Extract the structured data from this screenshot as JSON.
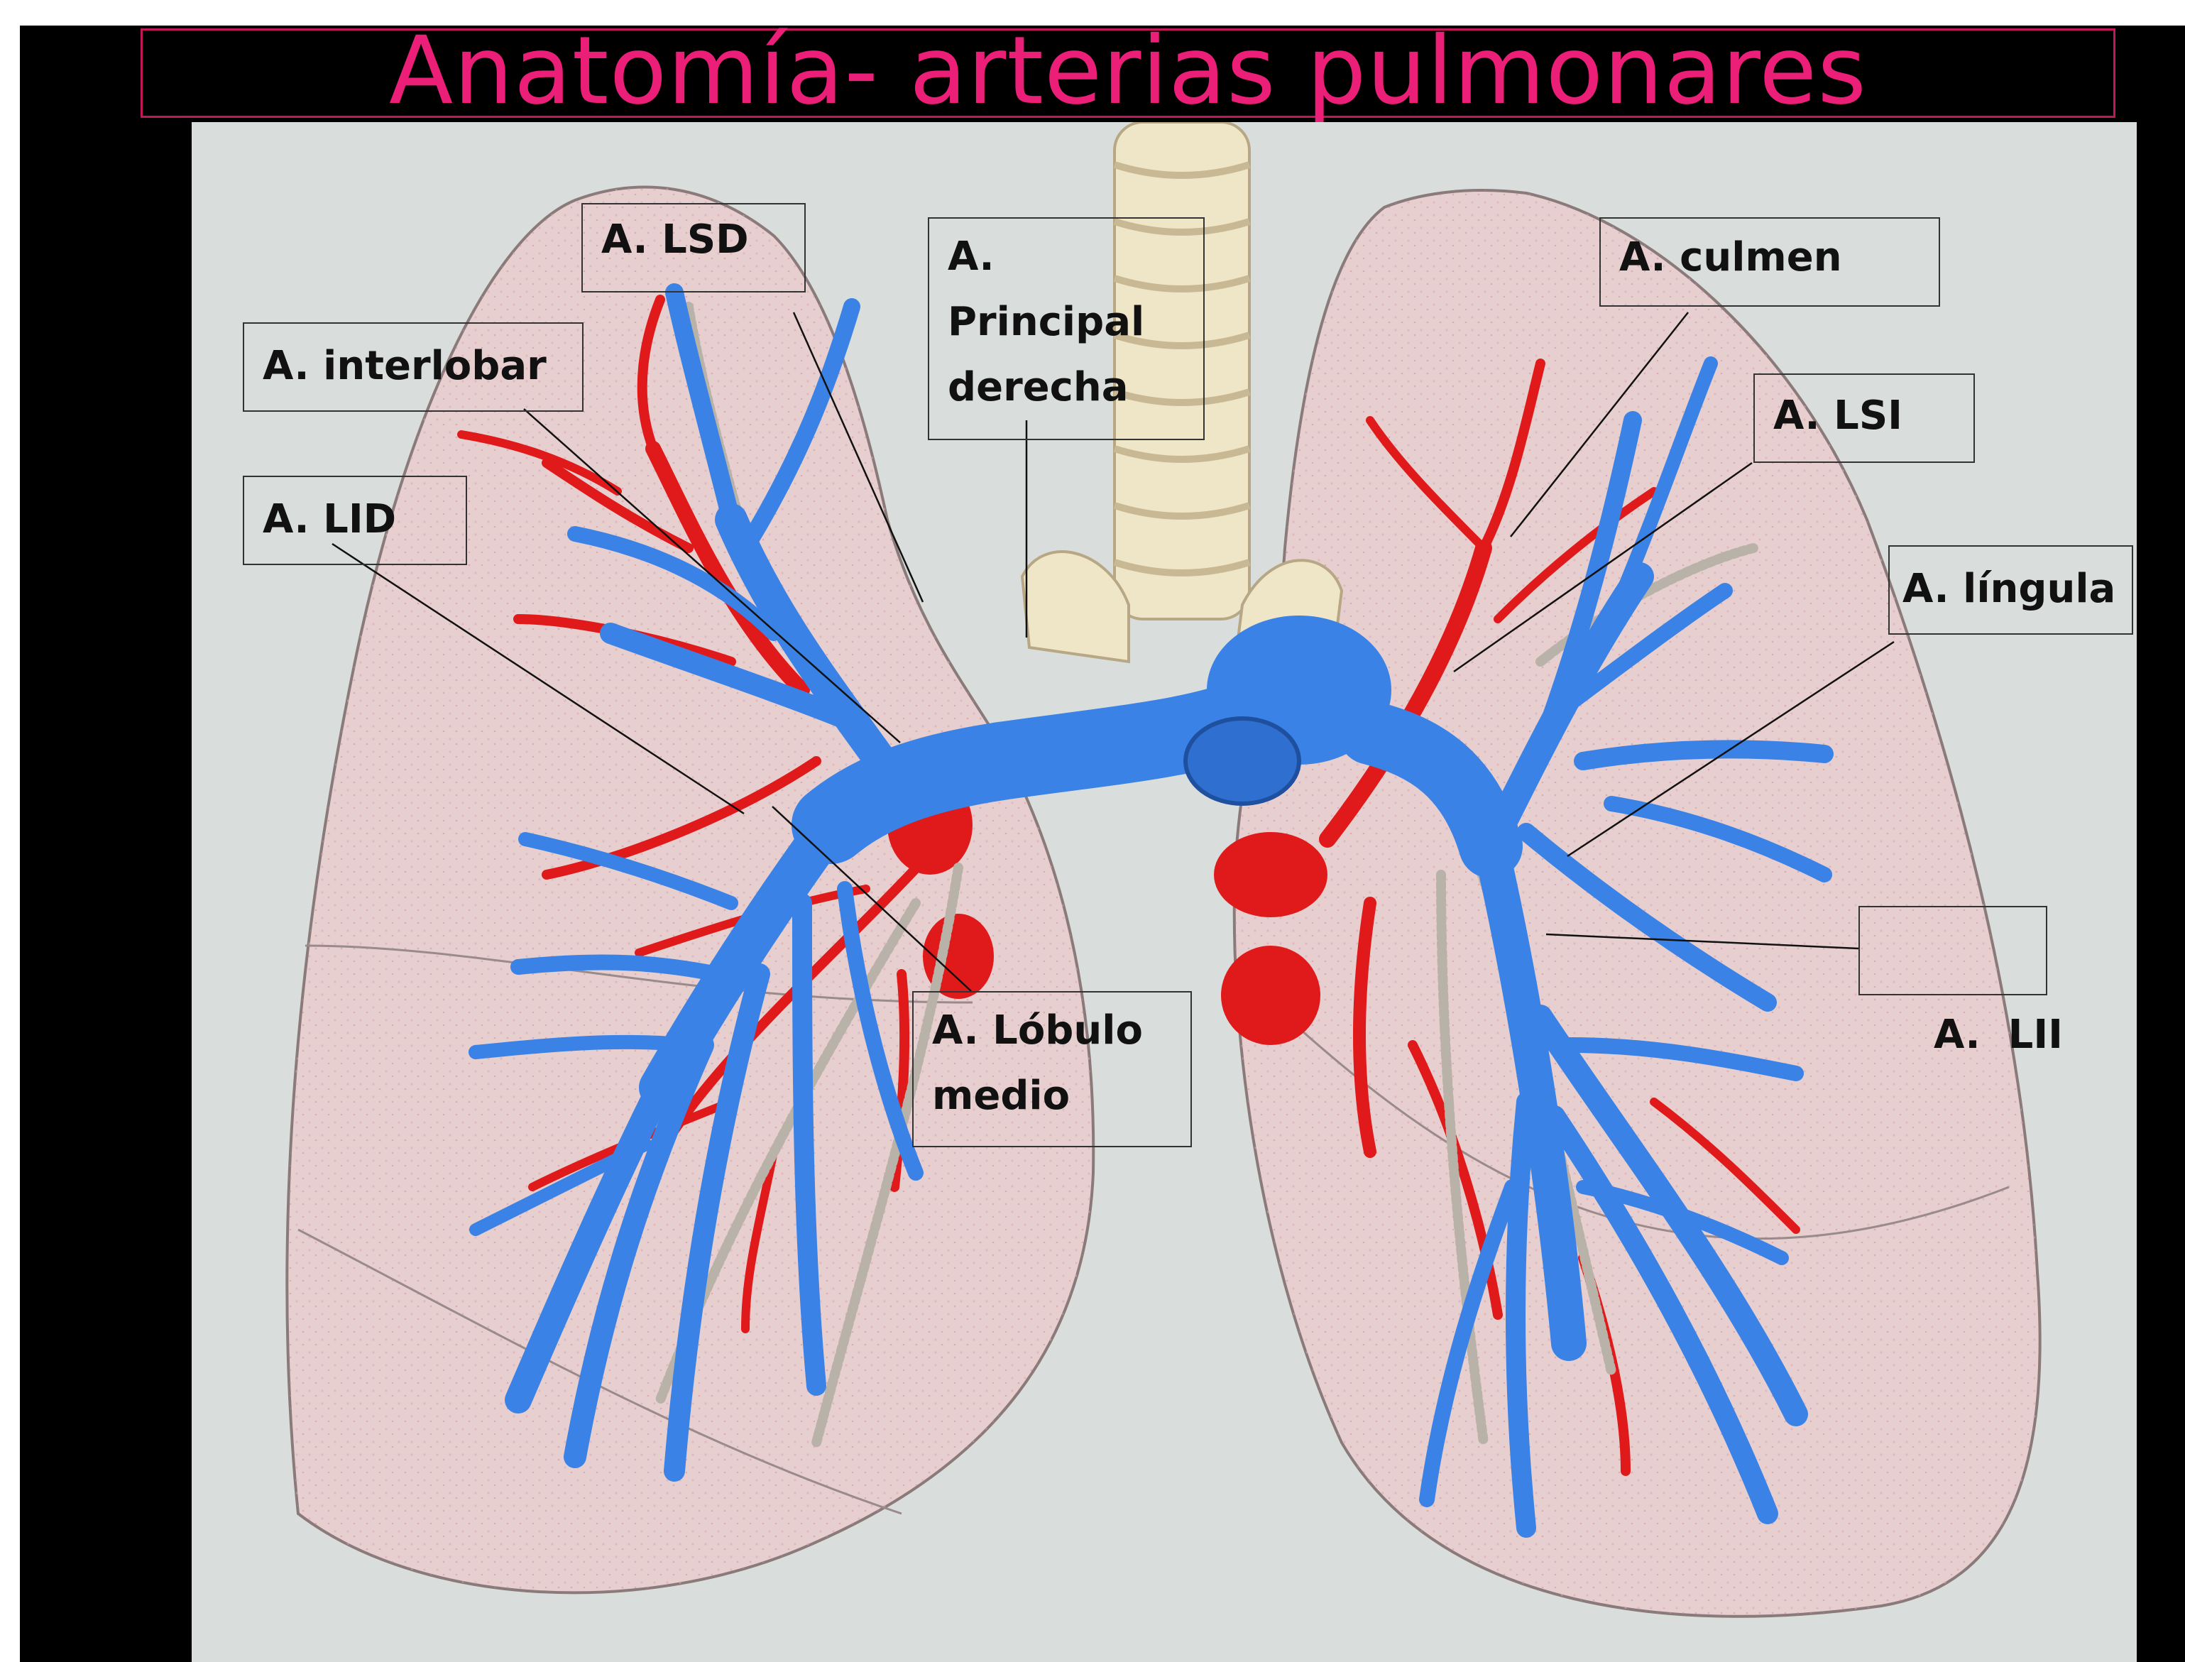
{
  "title": "Anatomía- arterias pulmonares",
  "colors": {
    "title": "#ec1f78",
    "background": "#000000",
    "artery": "#3a82e6",
    "vein": "#e01a1a",
    "lung": "#e6cdcd"
  },
  "labels": {
    "lsd": "A. LSD",
    "interlobar": "A. interlobar",
    "lid": "A. LID",
    "principal_derecha_1": "A.",
    "principal_derecha_2": "Principal",
    "principal_derecha_3": "derecha",
    "lobulo_medio_1": "A. Lóbulo",
    "lobulo_medio_2": "medio",
    "culmen": "A. culmen",
    "lsi": "A. LSI",
    "lingula": "A. língula",
    "lii": "A.  LII"
  }
}
